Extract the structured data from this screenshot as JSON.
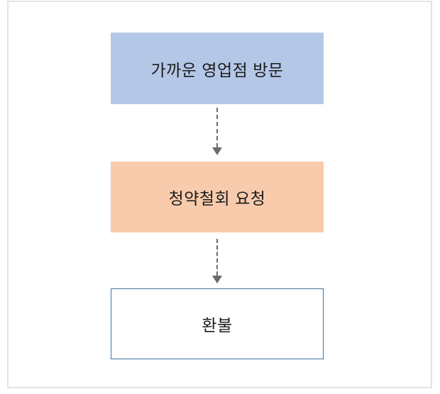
{
  "diagram": {
    "description_colors": {
      "frame_border": "#e3e3e3",
      "step1_fill": "#b4c7e7",
      "step2_fill": "#f8cbad",
      "step3_border": "#41719c",
      "connector_gray": "#6b6b6b",
      "text": "#1c1c1c"
    },
    "steps": [
      {
        "label": "가까운 영업점 방문"
      },
      {
        "label": "청약철회 요청"
      },
      {
        "label": "환불"
      }
    ]
  }
}
